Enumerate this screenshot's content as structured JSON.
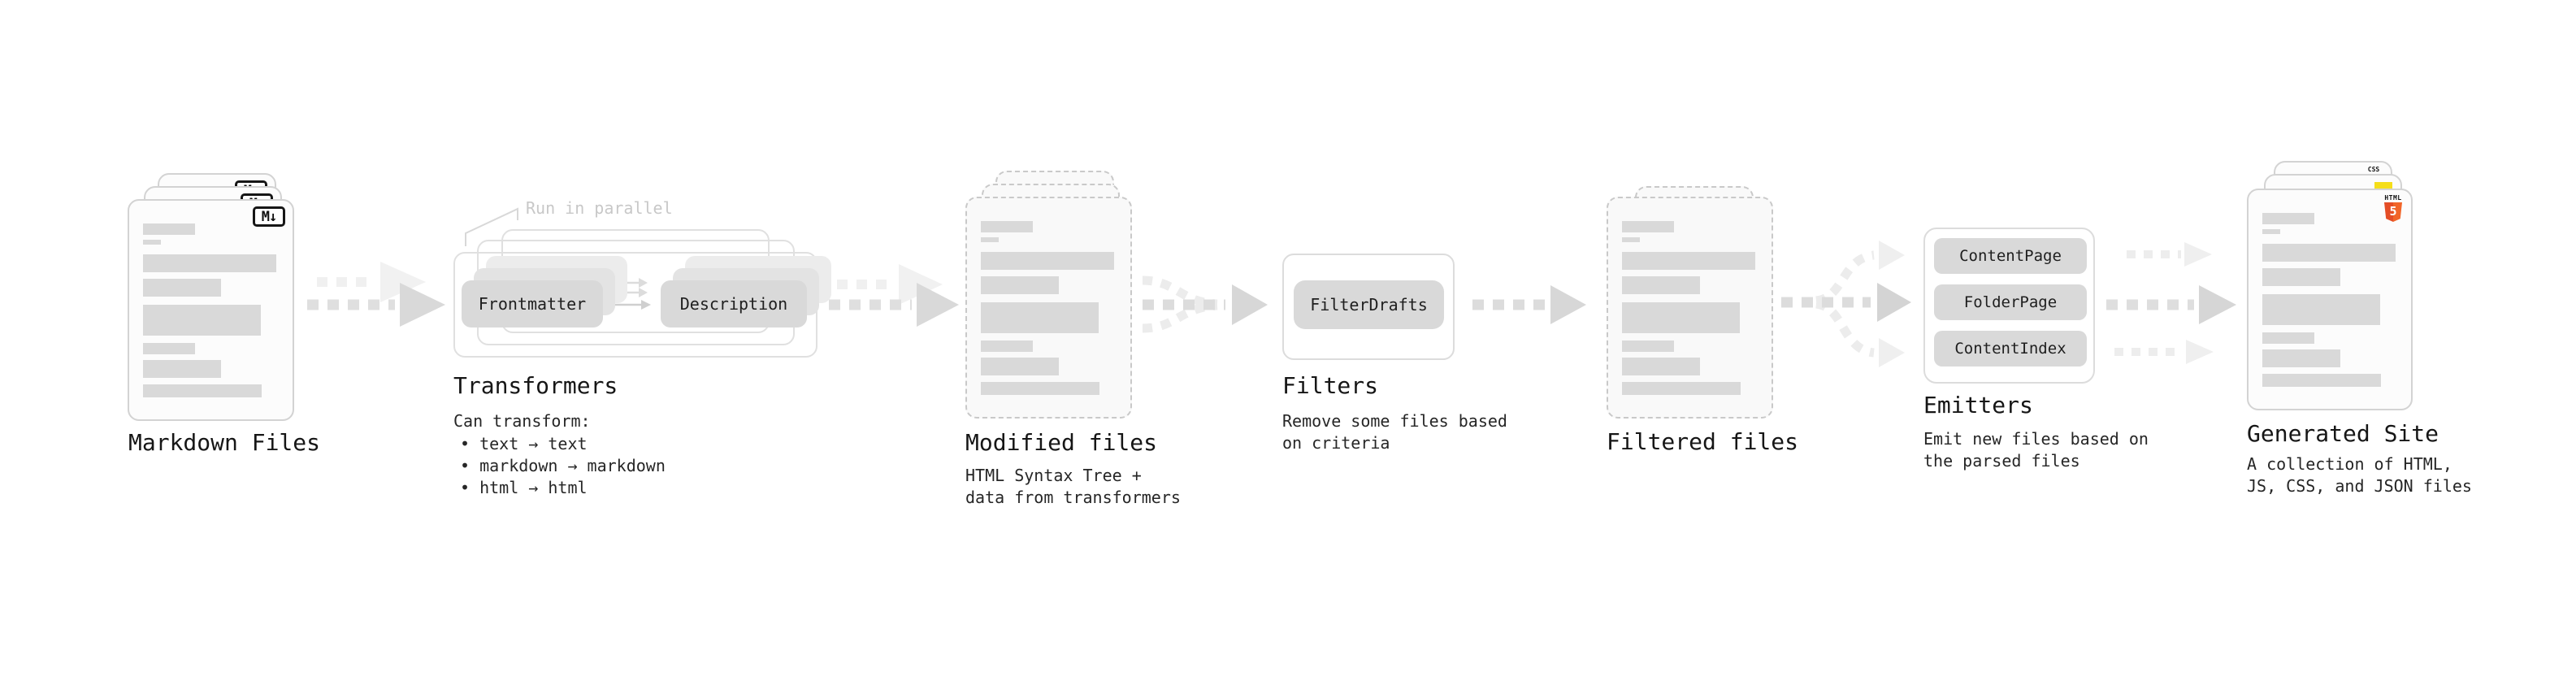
{
  "markdown": {
    "title": "Markdown Files",
    "badge": "M↓"
  },
  "transformers": {
    "title": "Transformers",
    "note": "Run in parallel",
    "pill_left": "Frontmatter",
    "pill_right": "Description",
    "subtitle": "Can transform:",
    "bullets": [
      "• text → text",
      "• markdown → markdown",
      "• html → html"
    ]
  },
  "modified": {
    "title": "Modified files",
    "desc": "HTML Syntax Tree +\ndata from transformers"
  },
  "filters": {
    "title": "Filters",
    "pill": "FilterDrafts",
    "desc": "Remove some files based\non criteria"
  },
  "filtered": {
    "title": "Filtered files"
  },
  "emitters": {
    "title": "Emitters",
    "pills": [
      "ContentPage",
      "FolderPage",
      "ContentIndex"
    ],
    "desc": "Emit new files based on\nthe parsed files"
  },
  "generated": {
    "title": "Generated Site",
    "desc": "A collection of HTML,\nJS, CSS, and JSON files",
    "badge_css": "CSS",
    "badge_html_label": "HTML",
    "badge_html_number": "5"
  },
  "colors": {
    "pill_bg": "#d9d9d9",
    "card_border_solid": "#d3d3d3",
    "card_border_dashed": "#c9c9c9",
    "skeleton_bar": "#d9d9d9",
    "arrow_dark": "#d9d9d9",
    "arrow_light": "#efefef",
    "note_gray": "#c8c8c8",
    "css_blue": "#2965f1",
    "js_yellow": "#f5de19",
    "html5_orange": "#e44d26"
  }
}
